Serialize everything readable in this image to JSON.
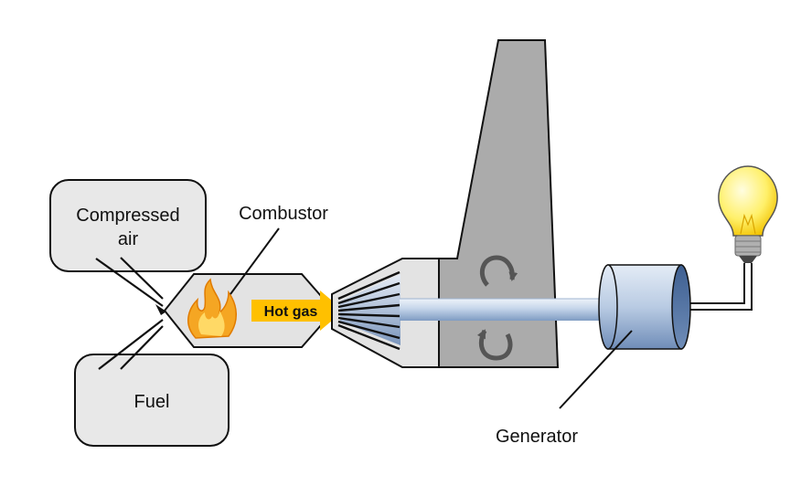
{
  "labels": {
    "compressed_air_line1": "Compressed",
    "compressed_air_line2": "air",
    "fuel": "Fuel",
    "combustor": "Combustor",
    "hot_gas": "Hot gas",
    "generator": "Generator"
  },
  "colors": {
    "box_fill": "#e8e8e8",
    "stack_fill": "#ababab",
    "outline": "#111111",
    "hot_gas_arrow": "#ffc000",
    "flame_outer": "#f5a623",
    "flame_inner": "#ffd966",
    "shaft_light": "#dfe9f6",
    "shaft_dark": "#8fa9c9",
    "generator_light": "#dbe5f1",
    "generator_dark": "#5b7aa8",
    "bulb": "#fff275",
    "rotation_arrow": "#555555"
  },
  "icons": {
    "flame": "flame-icon",
    "bulb": "light-bulb-icon",
    "rotation": "rotation-arrows-icon"
  }
}
